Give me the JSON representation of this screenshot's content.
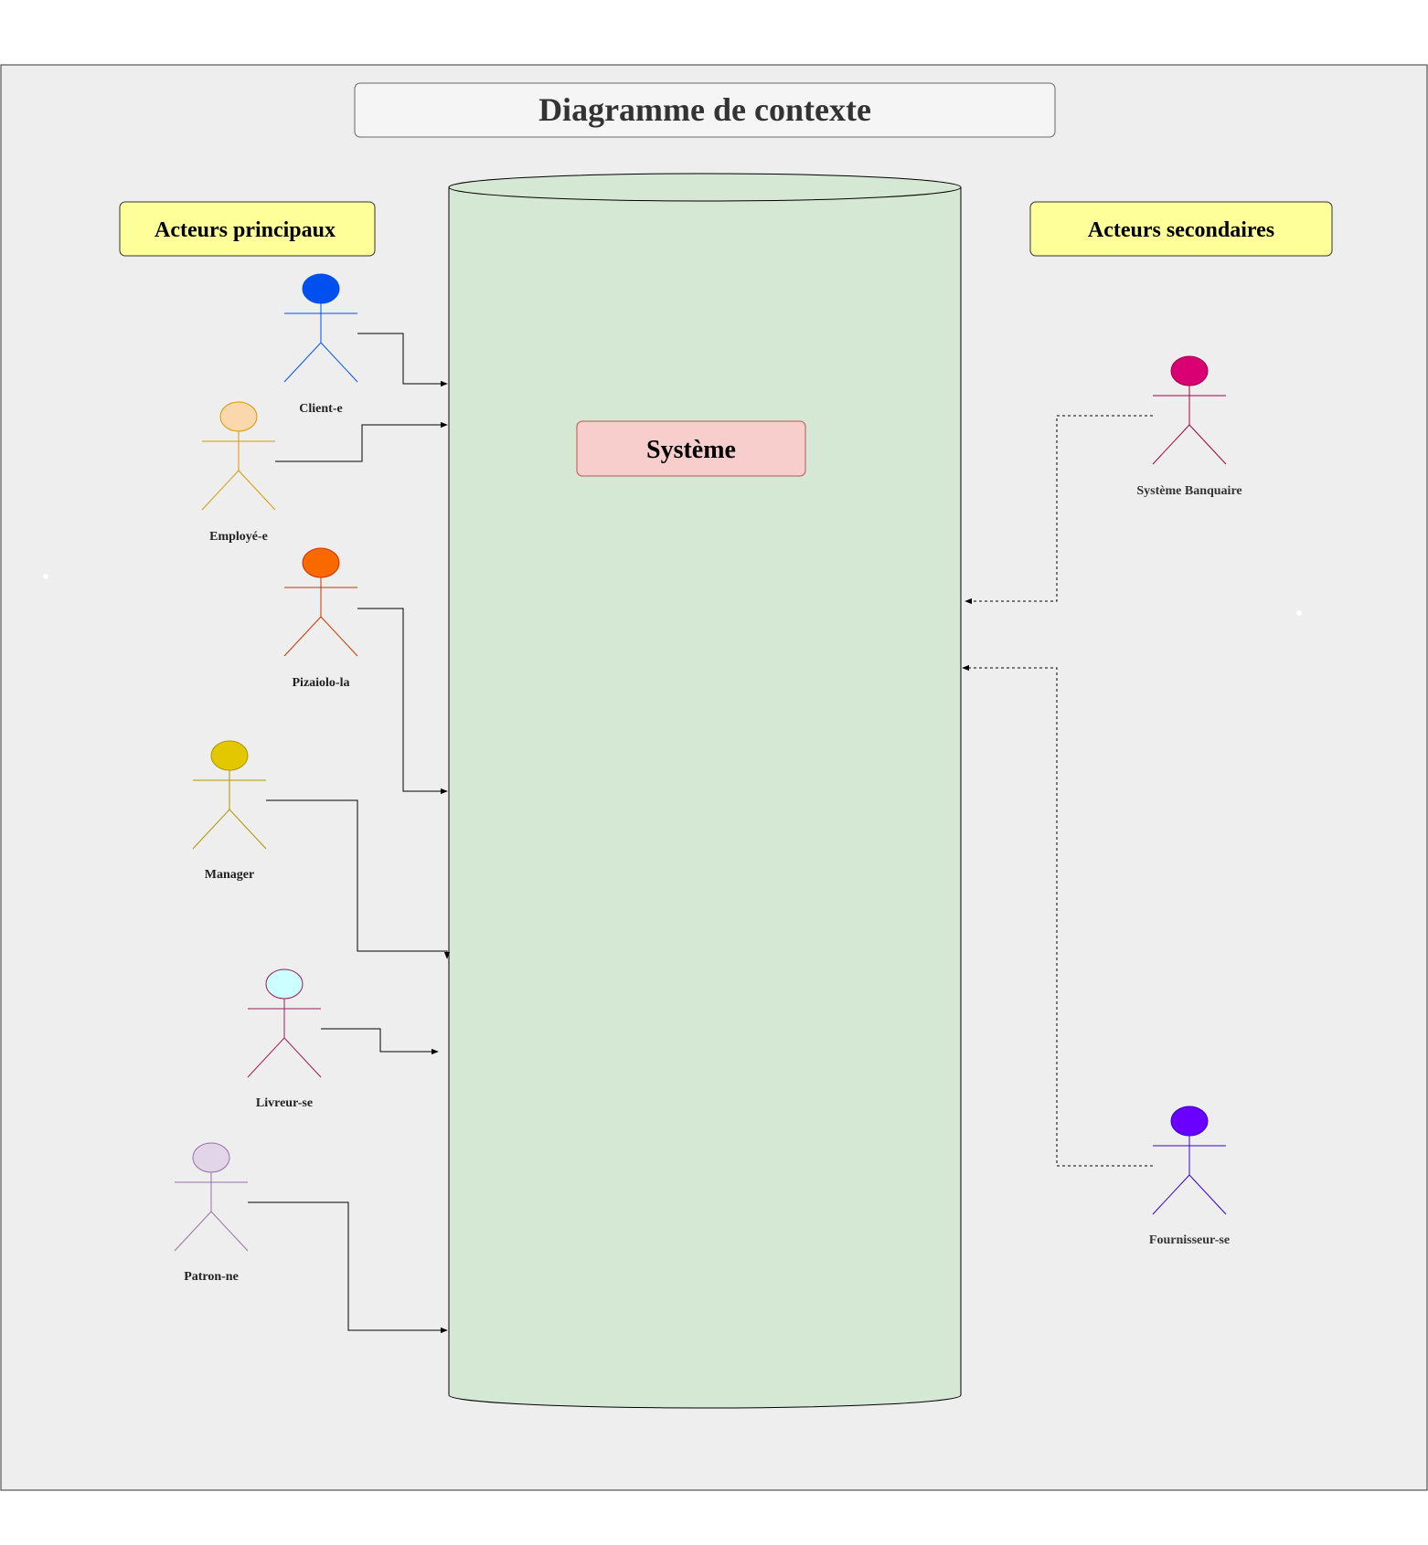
{
  "title": "Diagramme de contexte",
  "headings": {
    "primary": "Acteurs principaux",
    "secondary": "Acteurs secondaires"
  },
  "system": {
    "label": "Système"
  },
  "actors": {
    "client": {
      "label": "Client-e",
      "color": "#0050ef",
      "head_fill": "#0050ef"
    },
    "employe": {
      "label": "Employé-e",
      "color": "#d79b00",
      "head_fill": "#fad7ac"
    },
    "pizaiolo": {
      "label": "Pizaiolo-la",
      "color": "#c73500",
      "head_fill": "#fa6800"
    },
    "manager": {
      "label": "Manager",
      "color": "#b09500",
      "head_fill": "#e3c800"
    },
    "livreur": {
      "label": "Livreur-se",
      "color": "#9c1d58",
      "head_fill": "#ccffff"
    },
    "patron": {
      "label": "Patron-ne",
      "color": "#9673a6",
      "head_fill": "#e1d5e7"
    },
    "banque": {
      "label": "Système Banquaire",
      "color": "#a50040",
      "head_fill": "#d80073"
    },
    "fournisseur": {
      "label": "Fournisseur-se",
      "color": "#3700cc",
      "head_fill": "#6a00ff"
    }
  },
  "colors": {
    "canvas": "#eeeeee",
    "title_fill": "#f5f5f5",
    "heading_fill": "#ffff99",
    "system_cylinder": "#d5e8d4",
    "system_label_fill": "#f8cecc",
    "system_label_stroke": "#b85450"
  },
  "connections": [
    {
      "from": "client",
      "to": "system",
      "style": "solid"
    },
    {
      "from": "employe",
      "to": "system",
      "style": "solid"
    },
    {
      "from": "pizaiolo",
      "to": "system",
      "style": "solid"
    },
    {
      "from": "manager",
      "to": "system",
      "style": "solid"
    },
    {
      "from": "livreur",
      "to": "system",
      "style": "solid"
    },
    {
      "from": "patron",
      "to": "system",
      "style": "solid"
    },
    {
      "from": "banque",
      "to": "system",
      "style": "dashed"
    },
    {
      "from": "fournisseur",
      "to": "system",
      "style": "dashed"
    }
  ]
}
